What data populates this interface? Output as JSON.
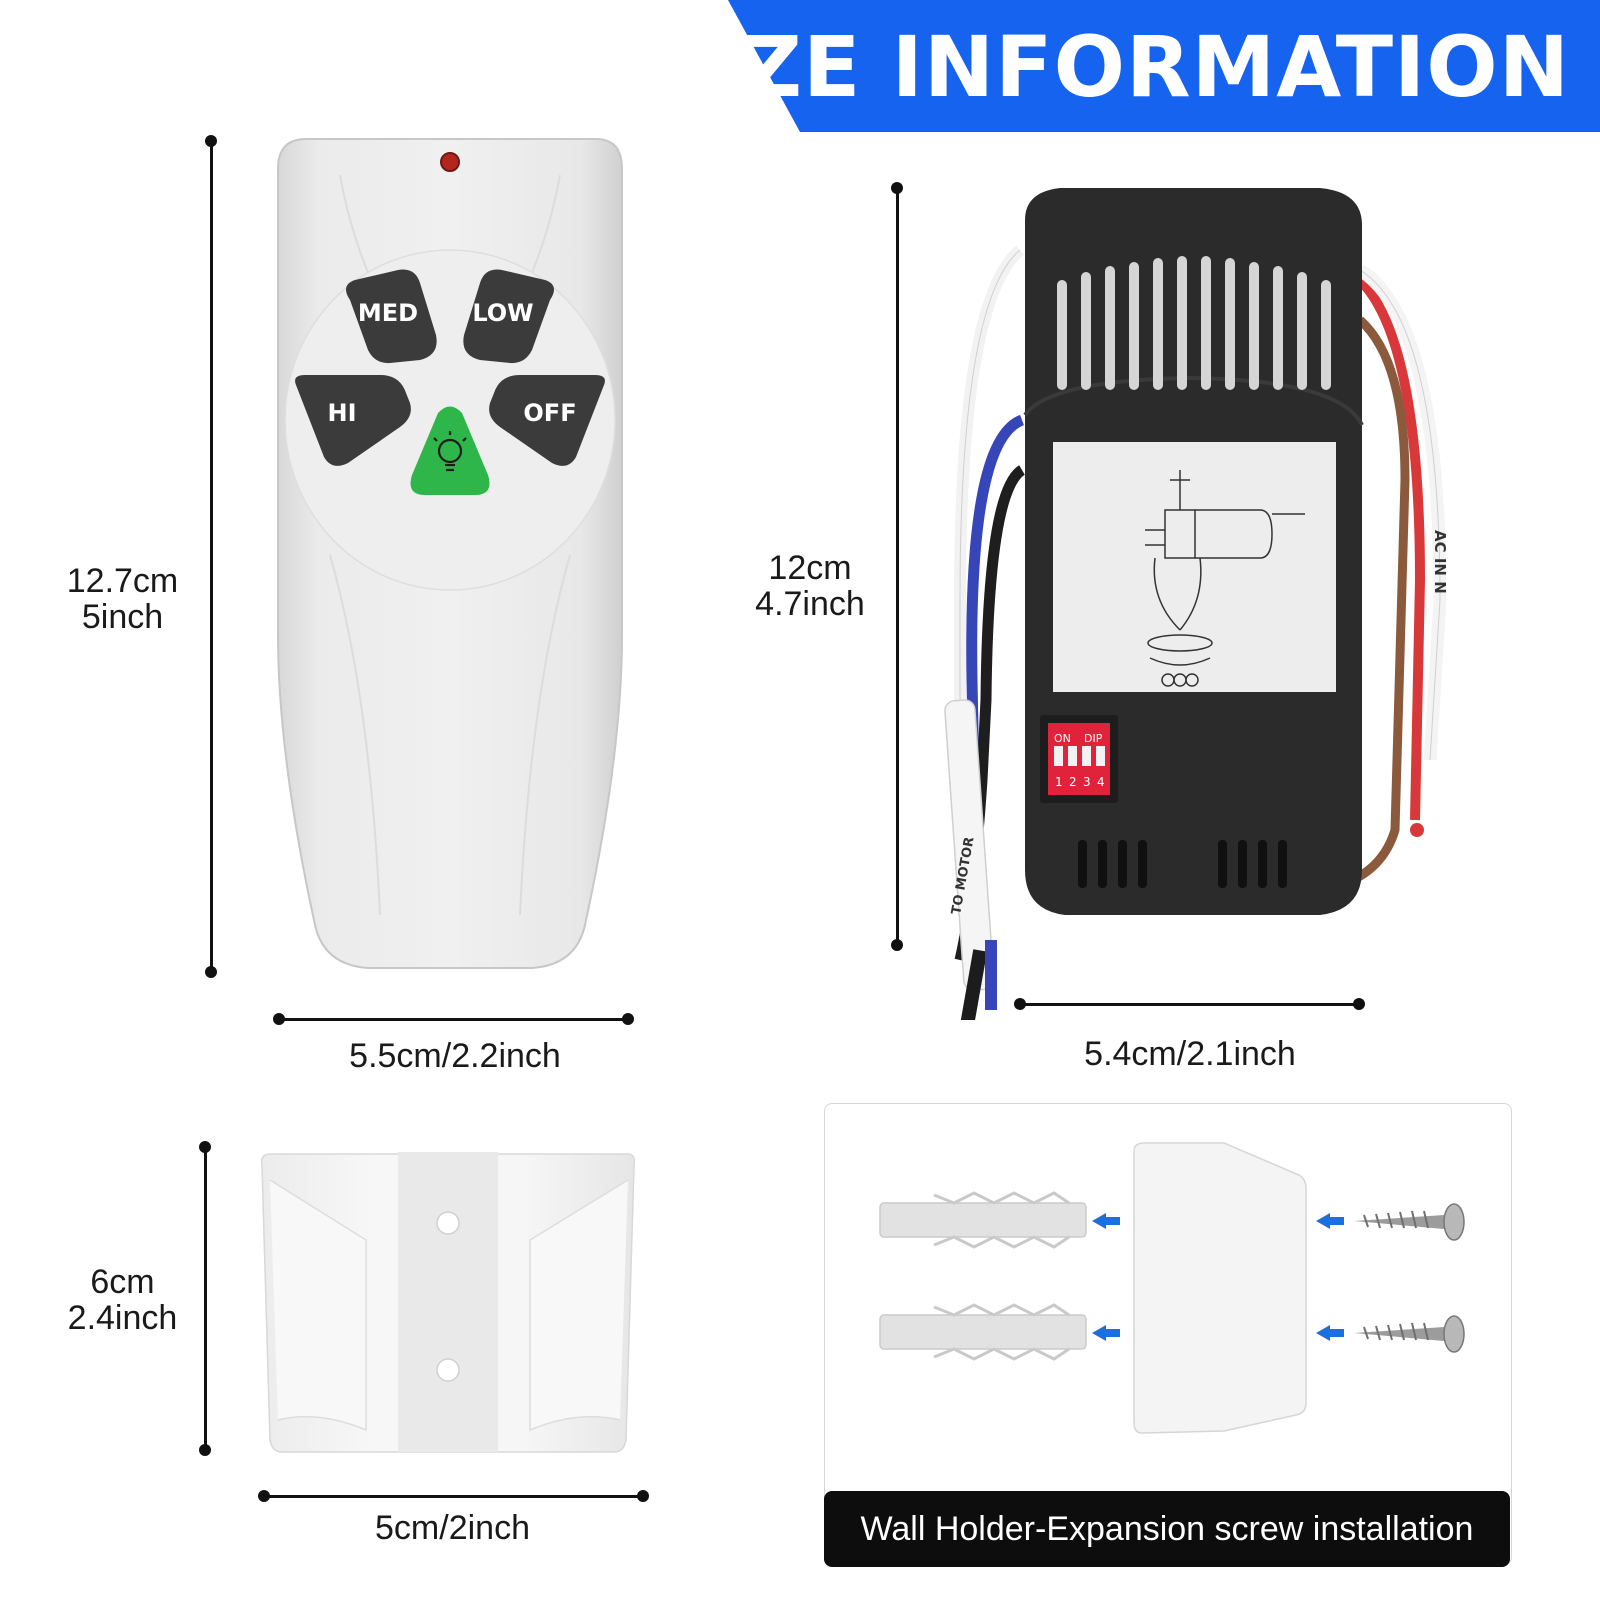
{
  "header": {
    "title": "SIZE INFORMATION"
  },
  "colors": {
    "banner_blue": "#1663f0",
    "button_dark": "#3b3b3b",
    "light_button": "#2fb64a",
    "receiver_body": "#2b2b2b",
    "dip_red": "#e0223a"
  },
  "remote": {
    "buttons": {
      "med": "MED",
      "low": "LOW",
      "hi": "HI",
      "off": "OFF",
      "light_icon": "bulb-icon"
    },
    "height_cm": "12.7cm",
    "height_inch": "5inch",
    "width": "5.5cm/2.2inch"
  },
  "receiver": {
    "height_cm": "12cm",
    "height_inch": "4.7inch",
    "width": "5.4cm/2.1inch",
    "dip": {
      "on": "ON",
      "dip": "DIP",
      "numbers": [
        "1",
        "2",
        "3",
        "4"
      ]
    },
    "wire_labels": {
      "motor": "TO MOTOR",
      "ac_in": "AC IN N"
    }
  },
  "holder": {
    "height_cm": "6cm",
    "height_inch": "2.4inch",
    "width": "5cm/2inch"
  },
  "installation": {
    "caption": "Wall Holder-Expansion screw installation"
  }
}
